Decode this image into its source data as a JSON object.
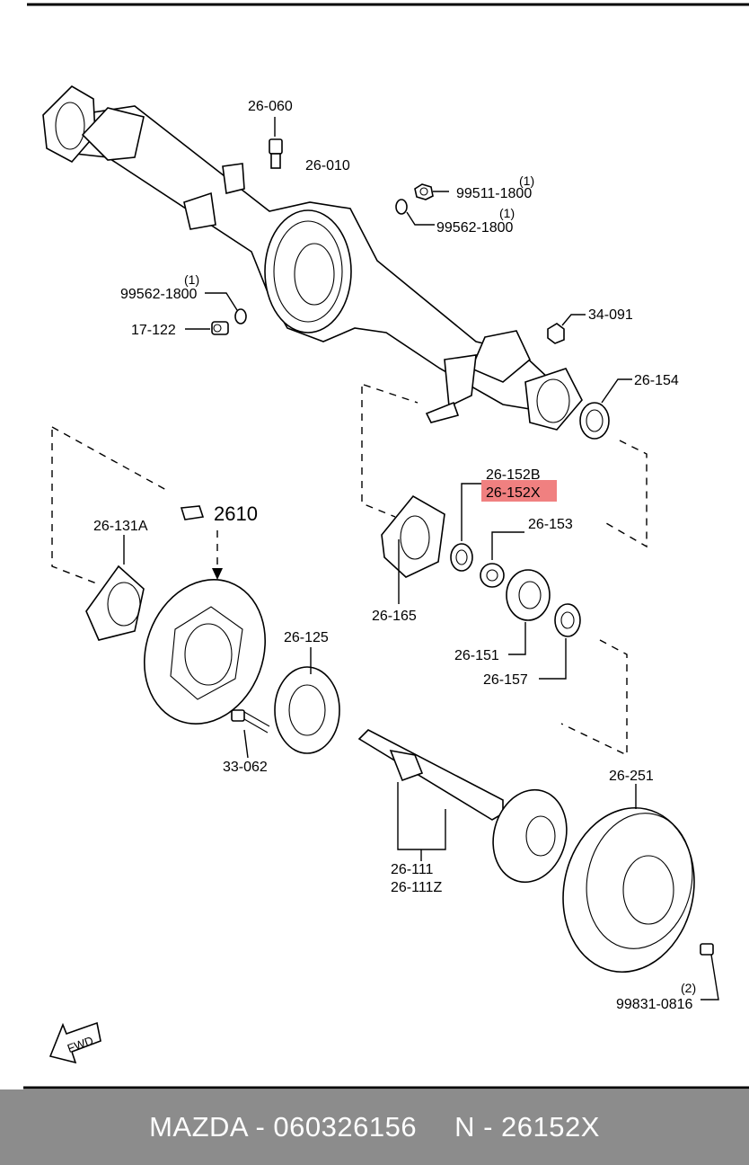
{
  "diagram": {
    "labels": {
      "l26060": "26-060",
      "l26010": "26-010",
      "l99511": "99511-1800",
      "l99511q": "(1)",
      "l99562a": "99562-1800",
      "l99562aq": "(1)",
      "l99562b": "99562-1800",
      "l99562bq": "(1)",
      "l17122": "17-122",
      "l34091": "34-091",
      "l26154": "26-154",
      "l26152b": "26-152B",
      "l26152x": "26-152X",
      "l26153": "26-153",
      "l26131a": "26-131A",
      "l2610": "2610",
      "l26165": "26-165",
      "l26151": "26-151",
      "l26157": "26-157",
      "l26125": "26-125",
      "l33062": "33-062",
      "l26251": "26-251",
      "l26111": "26-111",
      "l26111z": "26-111Z",
      "l99831": "99831-0816",
      "l99831q": "(2)",
      "fwd": "FWD"
    },
    "highlight_color": "#f08080"
  },
  "footer": {
    "brand": "MAZDA - 060326156",
    "part": "N - 26152X"
  }
}
